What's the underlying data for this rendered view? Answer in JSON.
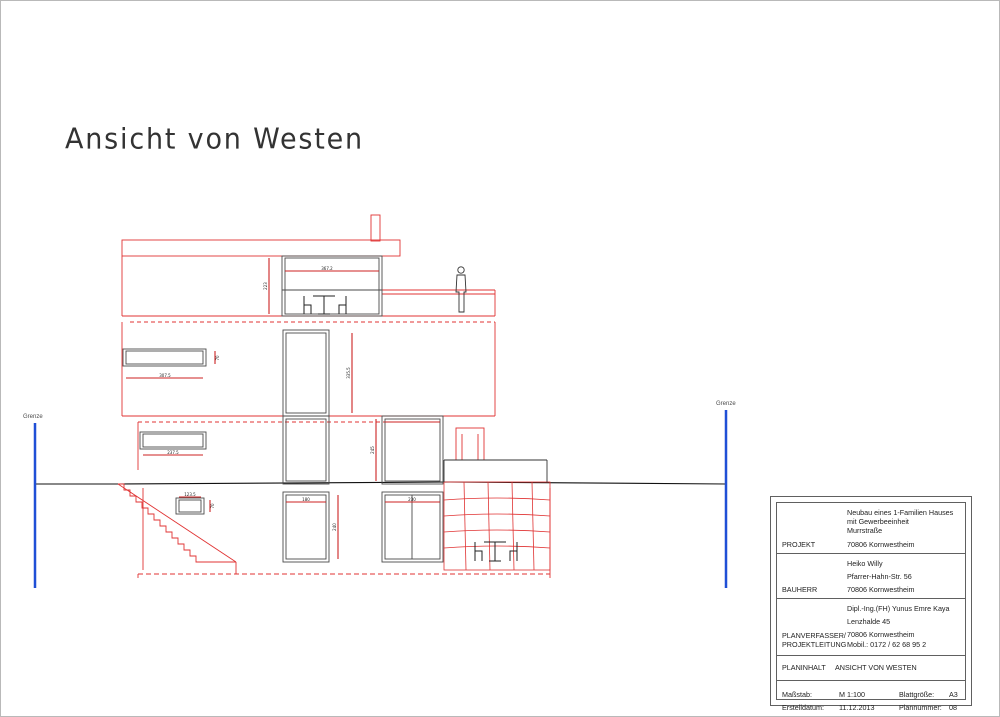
{
  "drawing_title": "Ansicht von Westen",
  "boundary_label": "Grenze",
  "dimension_labels": {
    "upper_window_width": "367.2",
    "upper_window_height": "223",
    "left_window_width": "307.5",
    "left_window_height": "70",
    "door_height": "335.5",
    "lower_window_width": "237.5",
    "lower_window_height": "245",
    "small_window_width": "123.5",
    "small_window_height": "70",
    "ground_door_width": "180",
    "ground_door_height": "240",
    "ground_window_width": "230"
  },
  "title_block": {
    "project": {
      "label": "PROJEKT",
      "line1": "Neubau eines 1-Familien Hauses",
      "line2": "mit Gewerbeeinheit",
      "line3": "Murrstraße",
      "line4": "70806 Kornwestheim"
    },
    "client": {
      "label": "BAUHERR",
      "name": "Heiko Willy",
      "street": "Pfarrer-Hahn-Str. 56",
      "city": "70806 Kornwestheim"
    },
    "planner": {
      "label1": "PLANVERFASSER/",
      "label2": "PROJEKTLEITUNG",
      "name": "Dipl.-Ing.(FH) Yunus Emre Kaya",
      "street": "Lenzhalde 45",
      "city": "70806 Kornwestheim",
      "phone": "Mobil.: 0172 / 62 68 95 2"
    },
    "content": {
      "label": "PLANINHALT",
      "value": "ANSICHT VON WESTEN"
    },
    "meta": {
      "scale_label": "Maßstab:",
      "scale_value": "M 1:100",
      "date_label": "Erstelldatum:",
      "date_value": "11.12.2013",
      "sheet_label": "Blattgröße:",
      "sheet_value": "A3",
      "plan_no_label": "Plannummer:",
      "plan_no_value": "08"
    }
  }
}
